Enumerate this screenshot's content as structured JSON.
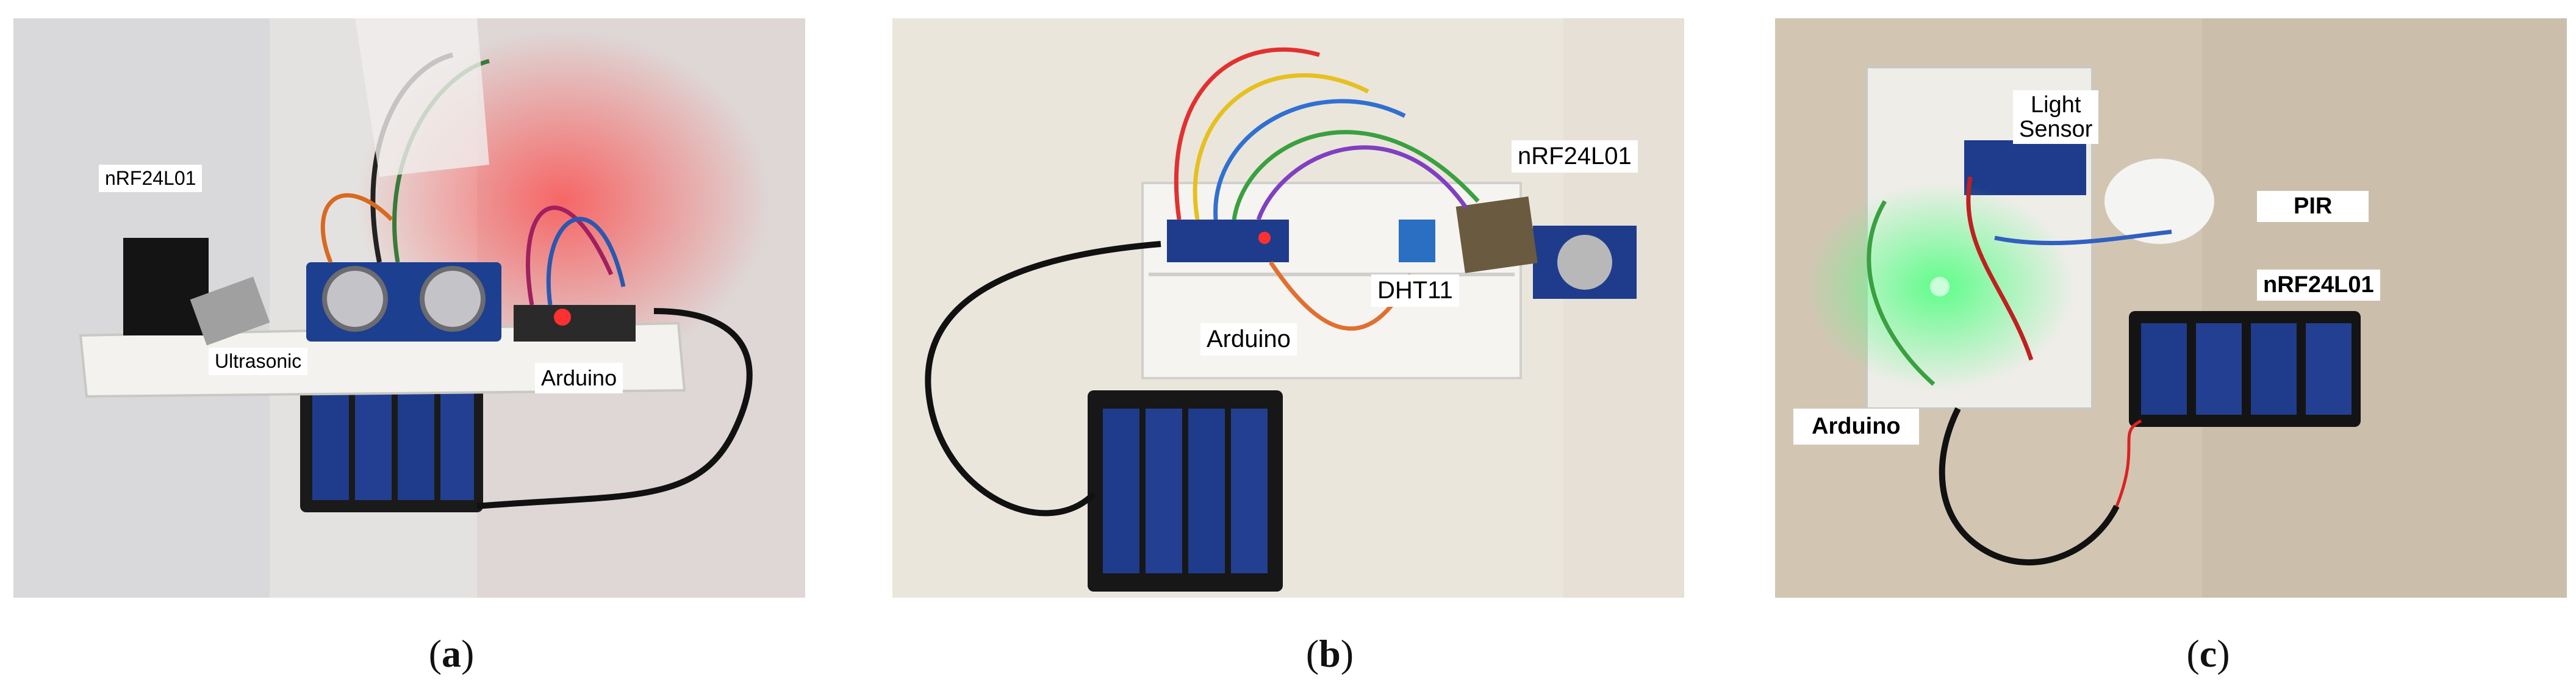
{
  "panels": [
    {
      "id": "a",
      "caption_letter": "a",
      "labels": {
        "nrf": "nRF24L01",
        "ultrasonic": "Ultrasonic",
        "arduino": "Arduino"
      }
    },
    {
      "id": "b",
      "caption_letter": "b",
      "labels": {
        "nrf": "nRF24L01",
        "dht": "DHT11",
        "arduino": "Arduino"
      }
    },
    {
      "id": "c",
      "caption_letter": "c",
      "labels": {
        "light_line1": "Light",
        "light_line2": "Sensor",
        "pir": "PIR",
        "nrf": "nRF24L01",
        "arduino": "Arduino"
      }
    }
  ],
  "caption_open": "(",
  "caption_close": ")",
  "colors": {
    "wall_a": "#e6e4e2",
    "wall_b": "#ece7dd",
    "wall_c": "#d4c8b6",
    "breadboard": "#f2f2ee",
    "battery_blue": "#1f3c8c",
    "led_red": "#ff3030",
    "led_green": "#30ff70"
  }
}
